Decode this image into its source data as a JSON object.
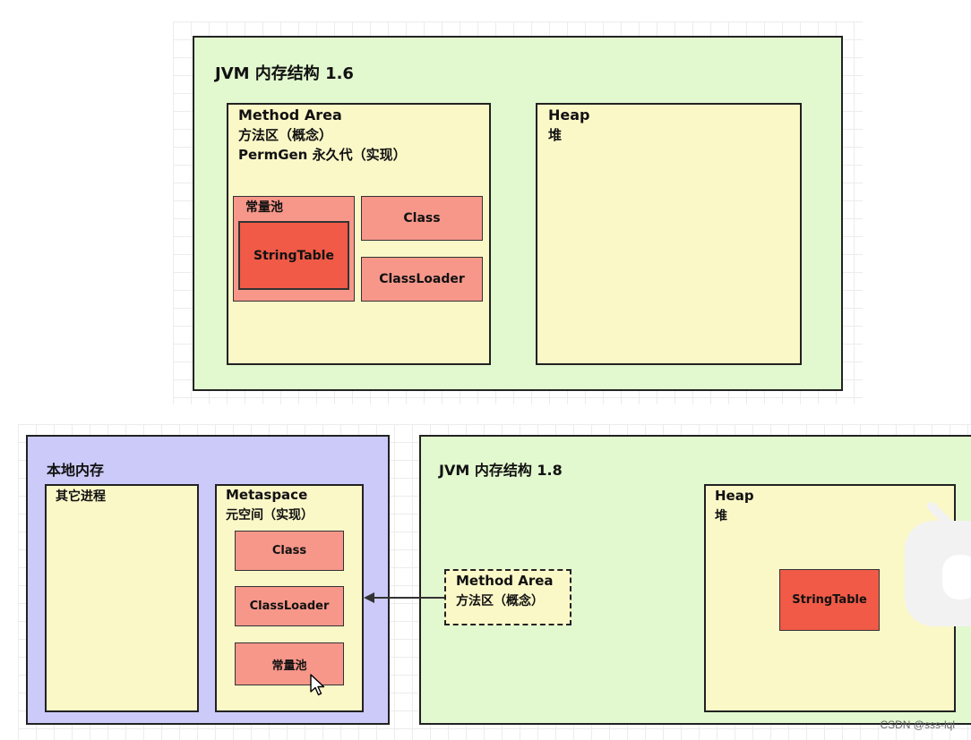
{
  "jvm16": {
    "title": "JVM 内存结构 1.6",
    "method_area": {
      "line1": "Method Area",
      "line2": "方法区（概念）",
      "line3": "PermGen 永久代（实现）"
    },
    "constant_pool": "常量池",
    "string_table": "StringTable",
    "class": "Class",
    "class_loader": "ClassLoader",
    "heap": {
      "line1": "Heap",
      "line2": "堆"
    }
  },
  "native": {
    "title": "本地内存",
    "other_process": "其它进程",
    "metaspace": {
      "line1": "Metaspace",
      "line2": "元空间（实现）"
    },
    "class": "Class",
    "class_loader": "ClassLoader",
    "constant_pool": "常量池"
  },
  "jvm18": {
    "title": "JVM 内存结构 1.8",
    "method_area": {
      "line1": "Method Area",
      "line2": "方法区（概念）"
    },
    "heap": {
      "line1": "Heap",
      "line2": "堆"
    },
    "string_table": "StringTable"
  },
  "watermark": "CSDN @sss-lql"
}
